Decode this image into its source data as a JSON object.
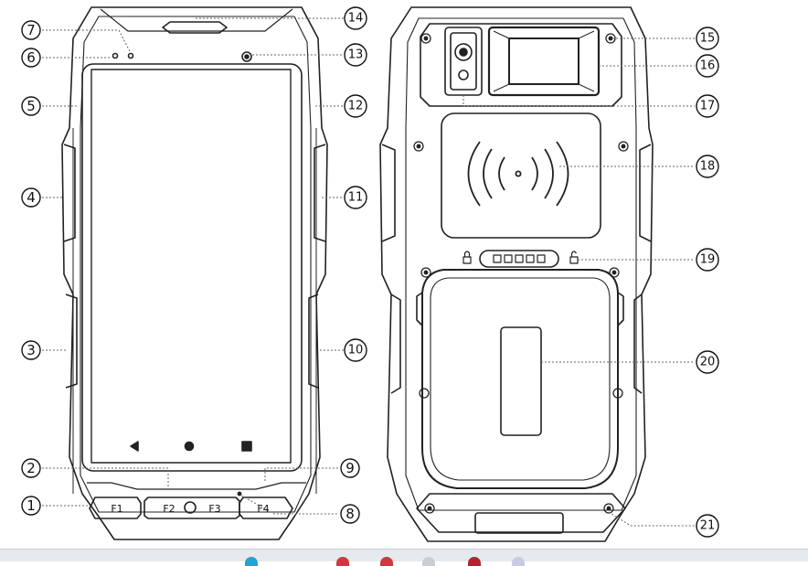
{
  "front": {
    "keys": [
      "F1",
      "F2",
      "F3",
      "F4"
    ]
  },
  "callouts": {
    "c1": "1",
    "c2": "2",
    "c3": "3",
    "c4": "4",
    "c5": "5",
    "c6": "6",
    "c7": "7",
    "c8": "8",
    "c9": "9",
    "c10": "10",
    "c11": "11",
    "c12": "12",
    "c13": "13",
    "c14": "14",
    "c15": "15",
    "c16": "16",
    "c17": "17",
    "c18": "18",
    "c19": "19",
    "c20": "20",
    "c21": "21"
  },
  "taskbar": {
    "icon_colors": [
      "#1aa7d6",
      "#d9343b",
      "#d9343b",
      "#c9cdd4",
      "#b8222c",
      "#c6cbe6"
    ]
  }
}
